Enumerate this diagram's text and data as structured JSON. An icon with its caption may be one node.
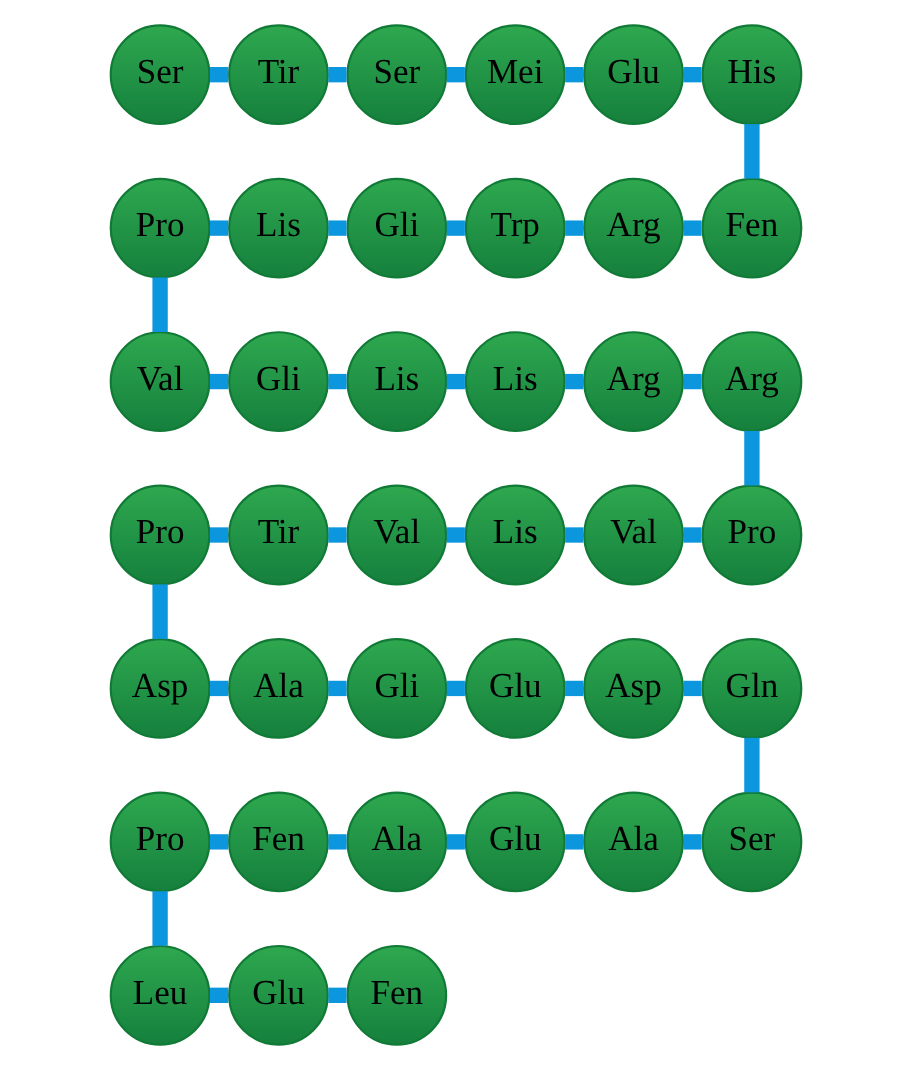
{
  "diagram": {
    "nodes": [
      {
        "text": [
          "Ser"
        ]
      },
      {
        "text": [
          "Tir"
        ]
      },
      {
        "text": [
          "Ser"
        ]
      },
      {
        "text": [
          "Mei"
        ]
      },
      {
        "text": [
          "Glu"
        ]
      },
      {
        "text": [
          "His"
        ]
      },
      {
        "text": [
          "Pro"
        ]
      },
      {
        "text": [
          "Lis"
        ]
      },
      {
        "text": [
          "Gli"
        ]
      },
      {
        "text": [
          "Trp"
        ]
      },
      {
        "text": [
          "Arg"
        ]
      },
      {
        "text": [
          "Fen"
        ]
      },
      {
        "text": [
          "Val"
        ]
      },
      {
        "text": [
          "Gli"
        ]
      },
      {
        "text": [
          "Lis"
        ]
      },
      {
        "text": [
          "Lis"
        ]
      },
      {
        "text": [
          "Arg"
        ]
      },
      {
        "text": [
          "Arg"
        ]
      },
      {
        "text": [
          "Pro"
        ]
      },
      {
        "text": [
          "Tir"
        ]
      },
      {
        "text": [
          "Val"
        ]
      },
      {
        "text": [
          "Lis"
        ]
      },
      {
        "text": [
          "Val"
        ]
      },
      {
        "text": [
          "Pro"
        ]
      },
      {
        "text": [
          "Asp"
        ]
      },
      {
        "text": [
          "Ala"
        ]
      },
      {
        "text": [
          "Gli"
        ]
      },
      {
        "text": [
          "Glu"
        ]
      },
      {
        "text": [
          "Asp"
        ]
      },
      {
        "text": [
          "Gln"
        ]
      },
      {
        "text": [
          "Pro"
        ]
      },
      {
        "text": [
          "Fen"
        ]
      },
      {
        "text": [
          "Ala"
        ]
      },
      {
        "text": [
          "Glu"
        ]
      },
      {
        "text": [
          "Ala"
        ]
      },
      {
        "text": [
          "Ser"
        ]
      },
      {
        "text": [
          "Leu"
        ]
      },
      {
        "text": [
          "Glu"
        ]
      },
      {
        "text": [
          "Fen"
        ]
      }
    ],
    "edges": [
      {
        "from": 0,
        "to": 1,
        "arrow": "none"
      },
      {
        "from": 1,
        "to": 2,
        "arrow": "none"
      },
      {
        "from": 2,
        "to": 3,
        "arrow": "none"
      },
      {
        "from": 3,
        "to": 4,
        "arrow": "none"
      },
      {
        "from": 4,
        "to": 5,
        "arrow": "none"
      },
      {
        "from": 5,
        "to": 11,
        "arrow": "none"
      },
      {
        "from": 11,
        "to": 10,
        "arrow": "none"
      },
      {
        "from": 10,
        "to": 9,
        "arrow": "none"
      },
      {
        "from": 9,
        "to": 8,
        "arrow": "none"
      },
      {
        "from": 8,
        "to": 7,
        "arrow": "none"
      },
      {
        "from": 7,
        "to": 6,
        "arrow": "none"
      },
      {
        "from": 6,
        "to": 12,
        "arrow": "none"
      },
      {
        "from": 12,
        "to": 13,
        "arrow": "none"
      },
      {
        "from": 13,
        "to": 14,
        "arrow": "none"
      },
      {
        "from": 14,
        "to": 15,
        "arrow": "none"
      },
      {
        "from": 15,
        "to": 16,
        "arrow": "none"
      },
      {
        "from": 16,
        "to": 17,
        "arrow": "none"
      },
      {
        "from": 17,
        "to": 23,
        "arrow": "none"
      },
      {
        "from": 23,
        "to": 22,
        "arrow": "none"
      },
      {
        "from": 22,
        "to": 21,
        "arrow": "none"
      },
      {
        "from": 21,
        "to": 20,
        "arrow": "none"
      },
      {
        "from": 20,
        "to": 19,
        "arrow": "none"
      },
      {
        "from": 19,
        "to": 18,
        "arrow": "none"
      },
      {
        "from": 18,
        "to": 24,
        "arrow": "none"
      },
      {
        "from": 24,
        "to": 25,
        "arrow": "none"
      },
      {
        "from": 25,
        "to": 26,
        "arrow": "none"
      },
      {
        "from": 26,
        "to": 27,
        "arrow": "none"
      },
      {
        "from": 27,
        "to": 28,
        "arrow": "none"
      },
      {
        "from": 28,
        "to": 29,
        "arrow": "none"
      },
      {
        "from": 29,
        "to": 35,
        "arrow": "none"
      },
      {
        "from": 35,
        "to": 34,
        "arrow": "none"
      },
      {
        "from": 34,
        "to": 33,
        "arrow": "none"
      },
      {
        "from": 33,
        "to": 32,
        "arrow": "none"
      },
      {
        "from": 32,
        "to": 31,
        "arrow": "none"
      },
      {
        "from": 31,
        "to": 30,
        "arrow": "none"
      },
      {
        "from": 30,
        "to": 36,
        "arrow": "none"
      },
      {
        "from": 36,
        "to": 37,
        "arrow": "none"
      },
      {
        "from": 37,
        "to": 38,
        "arrow": "none"
      }
    ]
  }
}
